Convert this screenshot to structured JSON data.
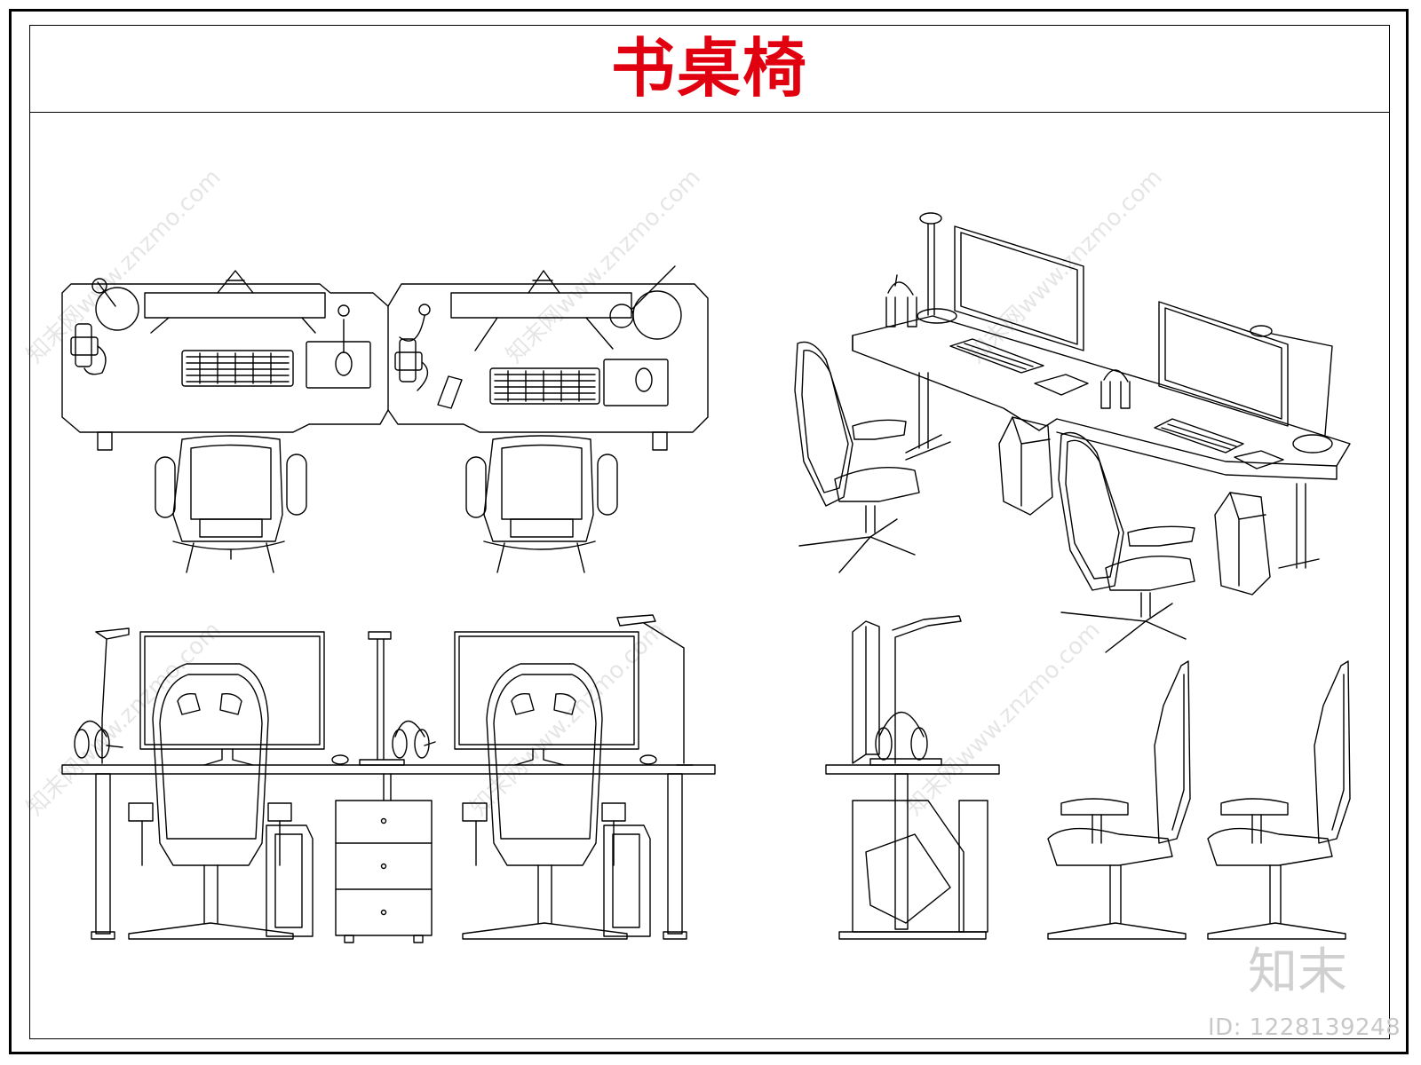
{
  "title": {
    "text": "书桌椅",
    "color": "#e0000f"
  },
  "watermark": {
    "site": "知末网www.znzmo.com",
    "brand": "知末",
    "id_label": "ID: 1228139248"
  },
  "colors": {
    "line": "#000000",
    "background": "#ffffff",
    "watermark": "#c8c8c8"
  }
}
